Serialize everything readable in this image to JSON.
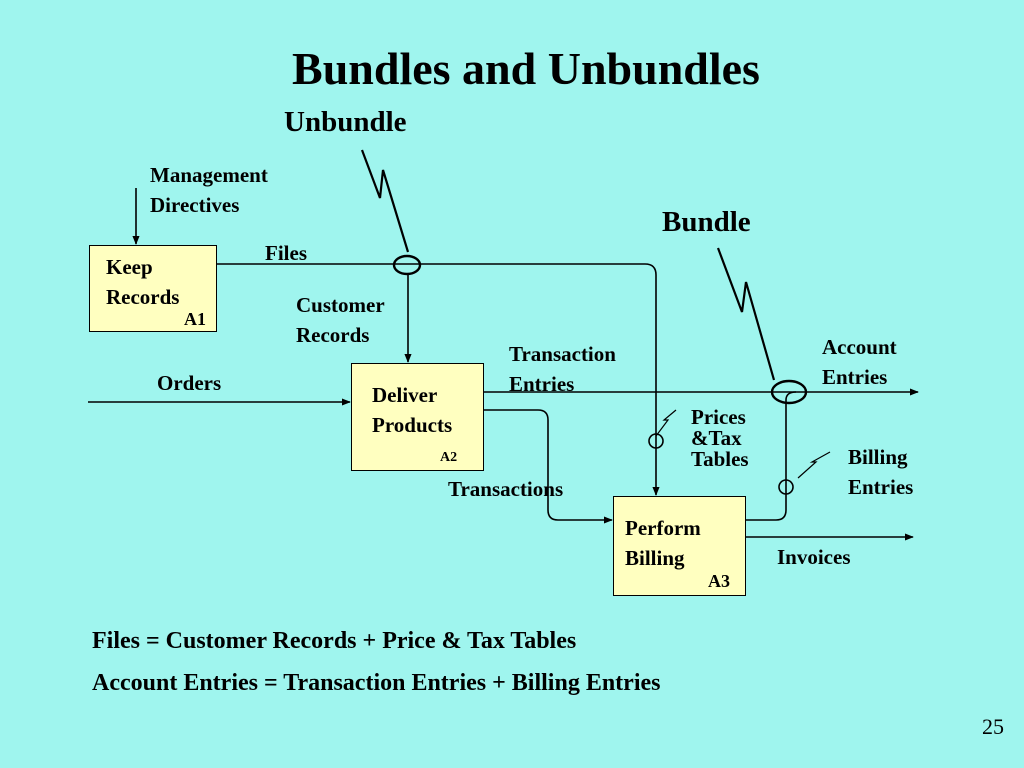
{
  "slide": {
    "title": "Bundles and Unbundles",
    "page_number": "25"
  },
  "markers": {
    "unbundle": "Unbundle",
    "bundle": "Bundle"
  },
  "activities": {
    "a1": {
      "lines": [
        "Keep",
        "Records"
      ],
      "number": "A1"
    },
    "a2": {
      "lines": [
        "Deliver",
        "Products"
      ],
      "number": "A2"
    },
    "a3": {
      "lines": [
        "Perform",
        "Billing"
      ],
      "number": "A3"
    }
  },
  "arrows": {
    "management_directives": [
      "Management",
      "Directives"
    ],
    "files": "Files",
    "customer_records": [
      "Customer",
      "Records"
    ],
    "orders": "Orders",
    "transaction_entries": [
      "Transaction",
      "Entries"
    ],
    "account_entries": [
      "Account",
      "Entries"
    ],
    "prices_tax_tables": [
      "Prices",
      "&Tax",
      "Tables"
    ],
    "billing_entries": [
      "Billing",
      "Entries"
    ],
    "transactions": "Transactions",
    "invoices": "Invoices"
  },
  "equations": [
    "Files = Customer Records + Price & Tax Tables",
    "Account Entries = Transaction Entries + Billing Entries"
  ]
}
